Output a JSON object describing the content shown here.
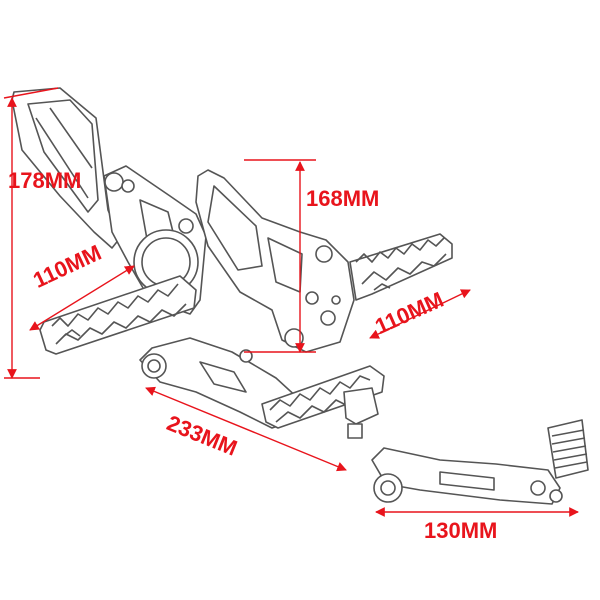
{
  "dimensions": {
    "height_left": "178MM",
    "height_center": "168MM",
    "peg_length_left": "110MM",
    "peg_length_right": "110MM",
    "overall_length": "233MM",
    "shift_lever_length": "130MM"
  },
  "colors": {
    "dimension": "#e8141c",
    "part_outline": "#555555",
    "part_fill": "#ffffff"
  }
}
